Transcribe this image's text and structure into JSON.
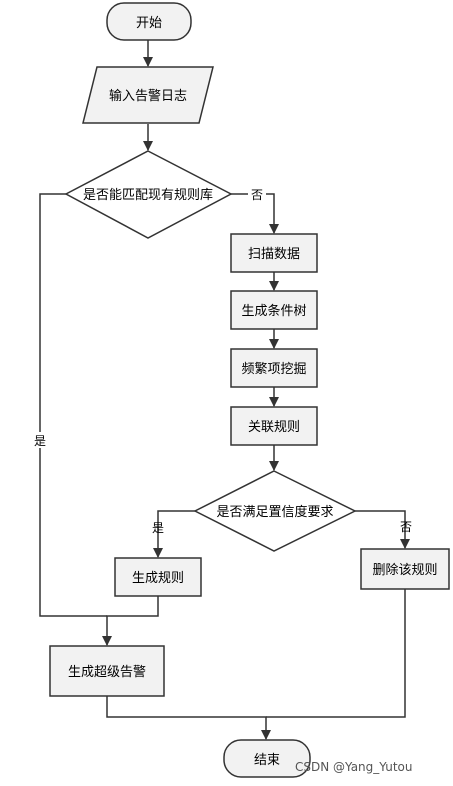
{
  "nodes": {
    "start": "开始",
    "input_log": "输入告警日志",
    "match_decision": "是否能匹配现有规则库",
    "scan_data": "扫描数据",
    "gen_tree": "生成条件树",
    "mine_frequent": "频繁项挖掘",
    "assoc_rules": "关联规则",
    "confidence_decision": "是否满足置信度要求",
    "gen_rule": "生成规则",
    "delete_rule": "删除该规则",
    "gen_super_alert": "生成超级告警",
    "end": "结束"
  },
  "edge_labels": {
    "match_no": "否",
    "match_yes": "是",
    "conf_yes": "是",
    "conf_no": "否"
  },
  "watermark": "CSDN @Yang_Yutou"
}
